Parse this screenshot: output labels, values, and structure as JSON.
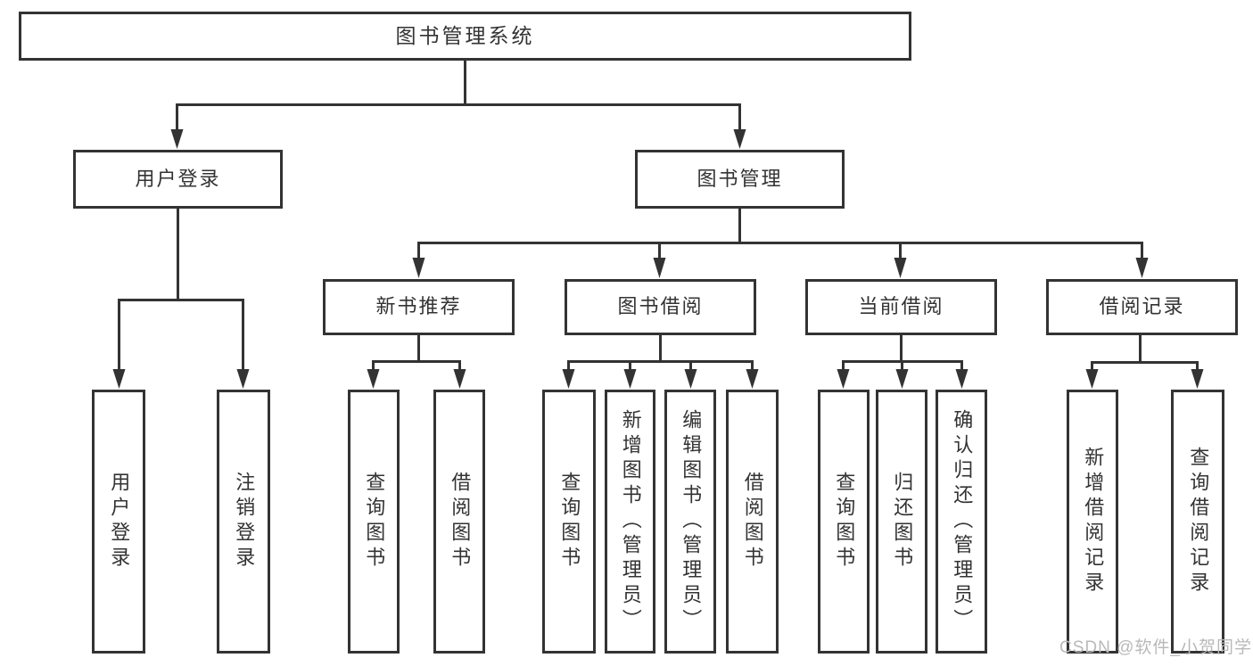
{
  "diagram": {
    "title": "图书管理系统",
    "tree": {
      "label": "图书管理系统",
      "children": [
        {
          "label": "用户登录",
          "children": [
            {
              "label": "用户登录"
            },
            {
              "label": "注销登录"
            }
          ]
        },
        {
          "label": "图书管理",
          "children": [
            {
              "label": "新书推荐",
              "children": [
                {
                  "label": "查询图书"
                },
                {
                  "label": "借阅图书"
                }
              ]
            },
            {
              "label": "图书借阅",
              "children": [
                {
                  "label": "查询图书"
                },
                {
                  "label": "新增图书（管理员）"
                },
                {
                  "label": "编辑图书（管理员）"
                },
                {
                  "label": "借阅图书"
                }
              ]
            },
            {
              "label": "当前借阅",
              "children": [
                {
                  "label": "查询图书"
                },
                {
                  "label": "归还图书"
                },
                {
                  "label": "确认归还（管理员）"
                }
              ]
            },
            {
              "label": "借阅记录",
              "children": [
                {
                  "label": "新增借阅记录"
                },
                {
                  "label": "查询借阅记录"
                }
              ]
            }
          ]
        }
      ]
    },
    "colors": {
      "line": "#333333",
      "text": "#333333",
      "background": "#ffffff",
      "watermark": "#b9b9b9"
    }
  },
  "watermark": {
    "text": "CSDN @软件_小贺同学"
  }
}
